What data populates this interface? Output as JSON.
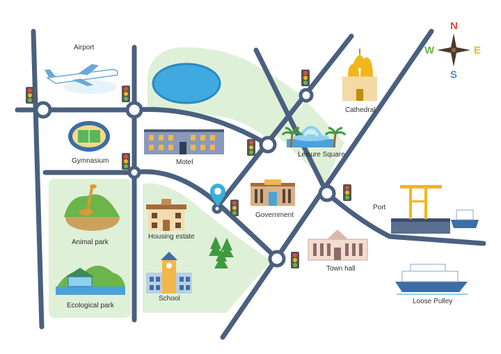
{
  "labels": {
    "airport": "Airport",
    "gymnasium": "Gymnasium",
    "motel": "Motel",
    "cathedral": "Cathedral",
    "leisure_square": "Leisure Square",
    "port": "Port",
    "government": "Government",
    "animal_park": "Animal park",
    "housing_estate": "Housing estate",
    "town_hall": "Town hall",
    "ecological_park": "Ecological park",
    "school": "School",
    "loose_pulley": "Loose Pulley"
  },
  "compass": {
    "n": "N",
    "e": "E",
    "s": "S",
    "w": "W"
  },
  "colors": {
    "road": "#4a6080",
    "park": "#dff0d8",
    "water": "#3fa9e0",
    "pin": "#3ab0d8",
    "trees": "#3f9a3f"
  }
}
